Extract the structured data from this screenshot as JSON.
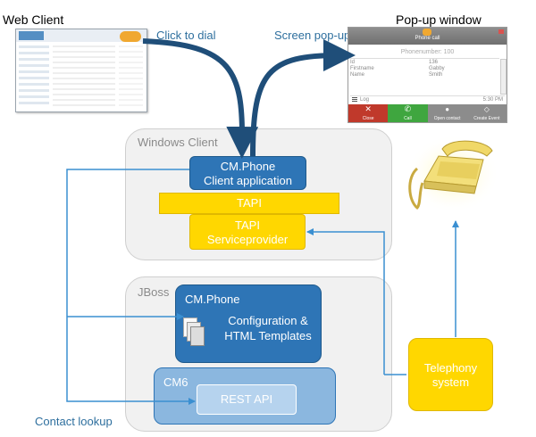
{
  "labels": {
    "web_client": "Web Client",
    "popup_window": "Pop-up window",
    "click_to_dial": "Click to dial",
    "screen_popup": "Screen pop-up",
    "windows_client": "Windows Client",
    "cm_phone_app": "CM.Phone\nClient application",
    "tapi": "TAPI",
    "tapi_sp": "TAPI\nServiceprovider",
    "jboss": "JBoss",
    "cm_phone": "CM.Phone",
    "config": "Configuration &\nHTML Templates",
    "cm6": "CM6",
    "rest_api": "REST API",
    "telephony": "Telephony\nsystem",
    "contact_lookup": "Contact lookup"
  },
  "popup": {
    "header": "Phone call",
    "phonenumber": "Phonenumber: 100",
    "fields": [
      {
        "label": "Id",
        "value": "136"
      },
      {
        "label": "Firstname",
        "value": "Gabby"
      },
      {
        "label": "Name",
        "value": "Smith"
      }
    ],
    "log": "Log",
    "time": "5:30 PM",
    "buttons": [
      "Close",
      "Call",
      "Open contact",
      "Create Event"
    ]
  },
  "colors": {
    "blue": "#2e75b6",
    "dark_arrow": "#1f4e79",
    "line_blue": "#3a8fd1",
    "yellow": "#ffd700",
    "btn_close": "#c0392b",
    "btn_call": "#3fa63f",
    "btn_gray": "#8c8c8c"
  }
}
